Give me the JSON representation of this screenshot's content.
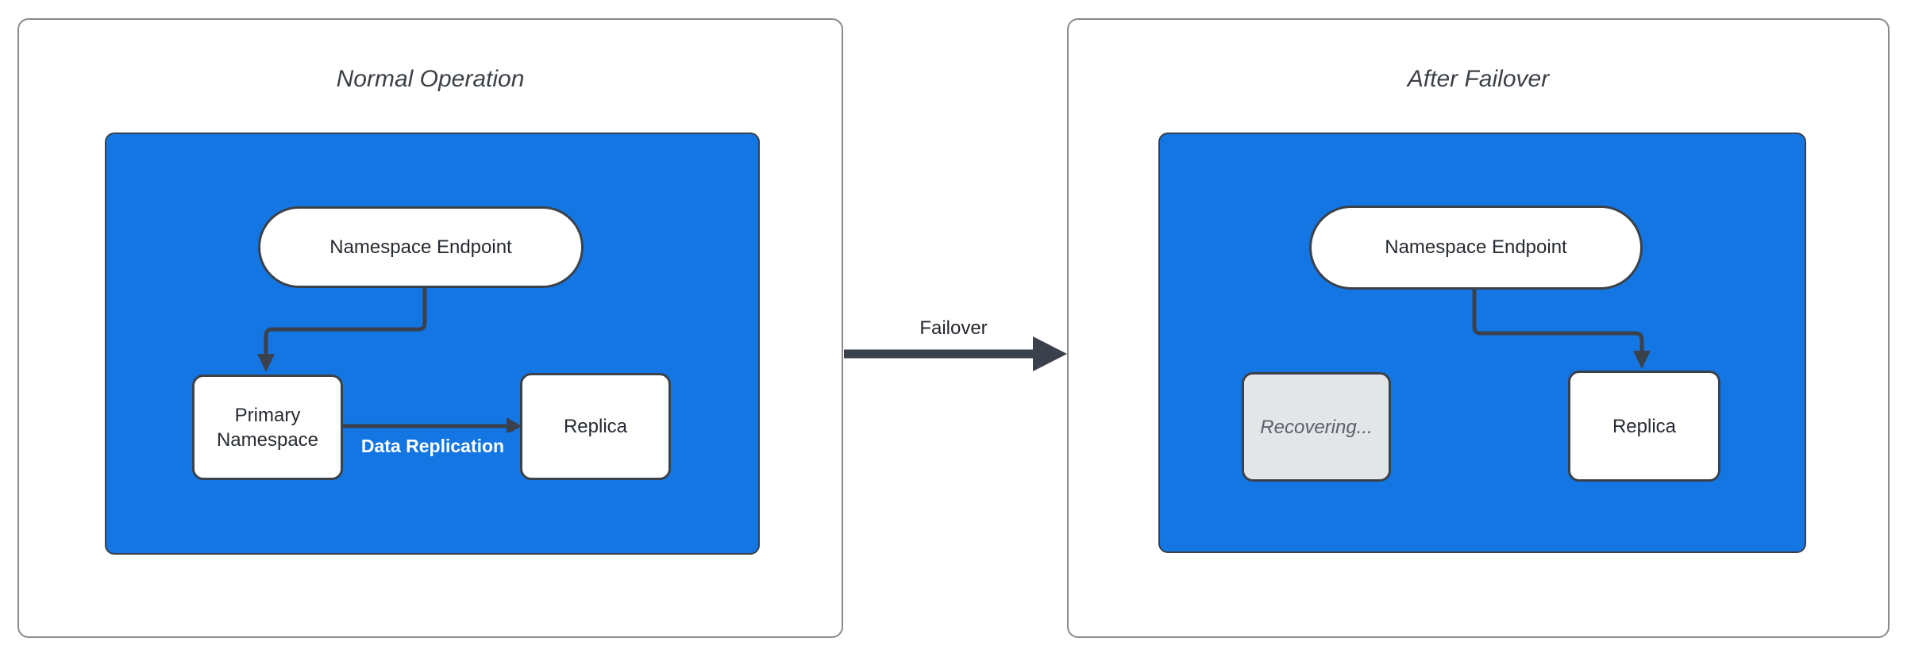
{
  "diagram": {
    "panels": {
      "left": {
        "title": "Normal Operation",
        "endpoint_label": "Namespace Endpoint",
        "primary_label": "Primary Namespace",
        "replica_label": "Replica",
        "edge_label": "Data Replication"
      },
      "right": {
        "title": "After Failover",
        "endpoint_label": "Namespace Endpoint",
        "recovering_label": "Recovering...",
        "replica_label": "Replica"
      }
    },
    "transition_label": "Failover",
    "colors": {
      "container_blue": "#1476e3",
      "stroke_dark": "#3a414c",
      "node_border": "#3b4149",
      "recovering_fill": "#e3e5e9",
      "recovering_text": "#5a606a",
      "panel_border": "#8b8b8b",
      "title_text": "#3c4147",
      "node_text": "#262b31",
      "edge_text_white": "#ffffff"
    }
  }
}
